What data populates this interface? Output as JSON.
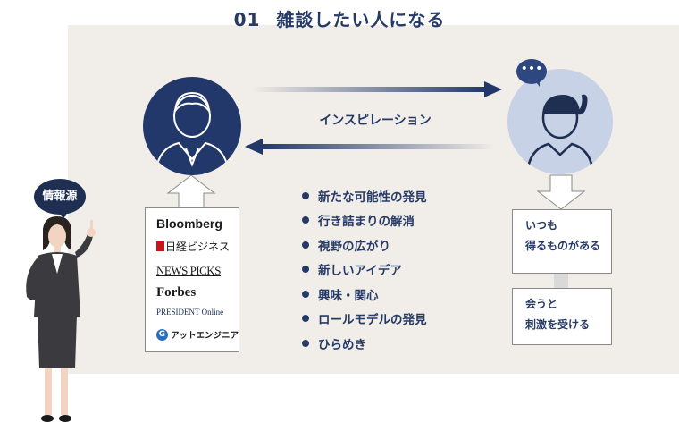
{
  "title": {
    "number": "01",
    "text": "雑談したい人になる"
  },
  "inspiration_label": "インスピレーション",
  "speech_label": "情報源",
  "chat_bubble_text": "•••",
  "sources": [
    "Bloomberg",
    "日経ビジネス",
    "NEWS PICKS",
    "Forbes",
    "PRESIDENT Online",
    "アットエンジニア"
  ],
  "benefits": [
    "新たな可能性の発見",
    "行き詰まりの解消",
    "視野の広がり",
    "新しいアイデア",
    "興味・関心",
    "ロールモデルの発見",
    "ひらめき"
  ],
  "results": [
    {
      "line1": "いつも",
      "line2": "得るものがある"
    },
    {
      "line1": "会うと",
      "line2": "刺激を受ける"
    }
  ],
  "colors": {
    "navy": "#22386a",
    "light_blue": "#c7d2e6",
    "panel": "#f1ede8",
    "text": "#263a66"
  }
}
